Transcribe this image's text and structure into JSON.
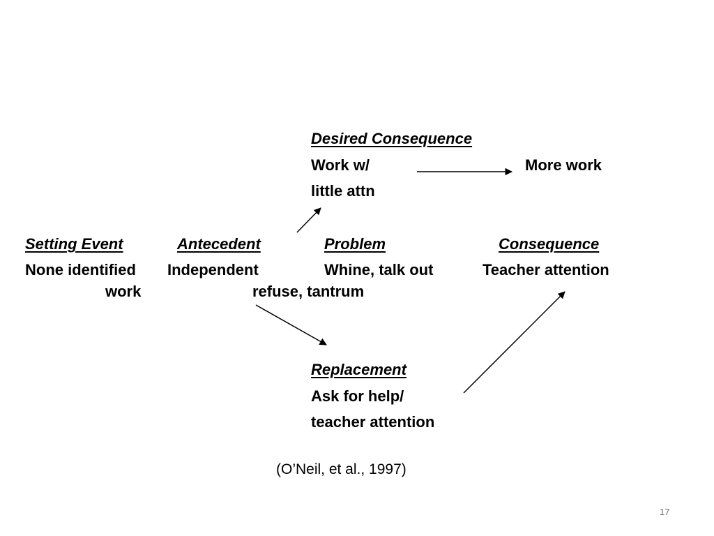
{
  "desired": {
    "heading": "Desired Consequence",
    "line1": "Work w/",
    "line2": "little attn",
    "result": "More work"
  },
  "row": {
    "setting_event": {
      "heading": "Setting Event",
      "line1": "None identified"
    },
    "antecedent": {
      "heading": "Antecedent",
      "line1": "Independent",
      "line2": "work"
    },
    "problem": {
      "heading": "Problem",
      "line1": "Whine, talk out",
      "line2": "refuse, tantrum"
    },
    "consequence": {
      "heading": "Consequence",
      "line1": "Teacher attention"
    }
  },
  "replacement": {
    "heading": "Replacement",
    "line1": "Ask for help/",
    "line2": "teacher attention"
  },
  "citation": "(O’Neil, et al., 1997)",
  "page_number": "17"
}
